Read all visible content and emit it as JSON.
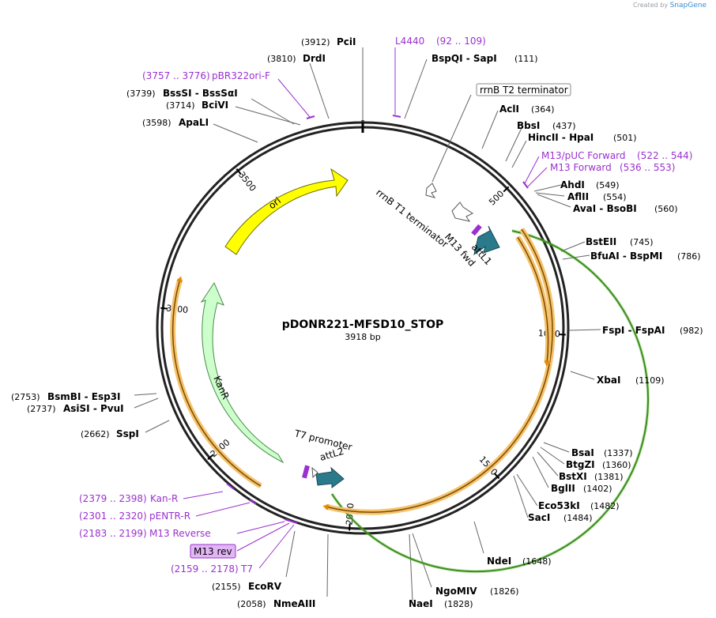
{
  "credit": {
    "prefix": "Created by",
    "brand": "SnapGene"
  },
  "plasmid": {
    "name": "pDONR221-MFSD10_STOP",
    "size_label": "3918 bp",
    "length": 3918
  },
  "ticks": [
    {
      "label": "500",
      "pos": 500
    },
    {
      "label": "1000",
      "pos": 1000
    },
    {
      "label": "1500",
      "pos": 1500
    },
    {
      "label": "2000",
      "pos": 2000
    },
    {
      "label": "2500",
      "pos": 2500
    },
    {
      "label": "3000",
      "pos": 3000
    },
    {
      "label": "3500",
      "pos": 3500
    }
  ],
  "sites": [
    {
      "name": "PciI",
      "pos": "(3912)"
    },
    {
      "name": "DrdI",
      "pos": "(3810)"
    },
    {
      "name": "BssSI  -  BssSαI",
      "pos": "(3739)"
    },
    {
      "name": "BciVI",
      "pos": "(3714)"
    },
    {
      "name": "ApaLI",
      "pos": "(3598)"
    },
    {
      "name": "BspQI  -  SapI",
      "pos": "(111)"
    },
    {
      "name": "AclI",
      "pos": "(364)"
    },
    {
      "name": "BbsI",
      "pos": "(437)"
    },
    {
      "name": "HincII  -  HpaI",
      "pos": "(501)"
    },
    {
      "name": "AhdI",
      "pos": "(549)"
    },
    {
      "name": "AflII",
      "pos": "(554)"
    },
    {
      "name": "AvaI  -  BsoBI",
      "pos": "(560)"
    },
    {
      "name": "BstEII",
      "pos": "(745)"
    },
    {
      "name": "BfuAI  -  BspMI",
      "pos": "(786)"
    },
    {
      "name": "FspI  -  FspAI",
      "pos": "(982)"
    },
    {
      "name": "XbaI",
      "pos": "(1109)"
    },
    {
      "name": "BsaI",
      "pos": "(1337)"
    },
    {
      "name": "BtgZI",
      "pos": "(1360)"
    },
    {
      "name": "BstXI",
      "pos": "(1381)"
    },
    {
      "name": "BglII",
      "pos": "(1402)"
    },
    {
      "name": "Eco53kI",
      "pos": "(1482)"
    },
    {
      "name": "SacI",
      "pos": "(1484)"
    },
    {
      "name": "NdeI",
      "pos": "(1648)"
    },
    {
      "name": "NgoMIV",
      "pos": "(1826)"
    },
    {
      "name": "NaeI",
      "pos": "(1828)"
    },
    {
      "name": "NmeAIII",
      "pos": "(2058)"
    },
    {
      "name": "EcoRV",
      "pos": "(2155)"
    },
    {
      "name": "SspI",
      "pos": "(2662)"
    },
    {
      "name": "AsiSI  -  PvuI",
      "pos": "(2737)"
    },
    {
      "name": "BsmBI  -  Esp3I",
      "pos": "(2753)"
    }
  ],
  "primers": [
    {
      "name": "L4440",
      "range": "(92 .. 109)"
    },
    {
      "name": "pBR322ori-F",
      "range": "(3757 .. 3776)"
    },
    {
      "name": "M13/pUC Forward",
      "range": "(522 .. 544)"
    },
    {
      "name": "M13 Forward",
      "range": "(536 .. 553)"
    },
    {
      "name": "Kan-R",
      "range": "(2379 .. 2398)"
    },
    {
      "name": "pENTR-R",
      "range": "(2301 .. 2320)"
    },
    {
      "name": "M13 Reverse",
      "range": "(2183 .. 2199)"
    },
    {
      "name": "M13 rev",
      "range": ""
    },
    {
      "name": "T7",
      "range": "(2159 .. 2178)"
    }
  ],
  "features": {
    "rrnb_t2": "rrnB T2 terminator",
    "rrnb_t1": "rrnB T1 terminator",
    "m13_fwd": "M13 fwd",
    "attl1": "attL1",
    "t7_promoter": "T7 promoter",
    "attl2": "attL2",
    "ori": "ori",
    "kanr": "KanR"
  },
  "colors": {
    "ori": "#ffff00",
    "kanr": "#ccffcc",
    "att": "#2a7a8c",
    "primer": "#9b30d0",
    "orf_orange": "#f5a623",
    "green_orf": "#5cc130",
    "backbone": "#222222"
  }
}
